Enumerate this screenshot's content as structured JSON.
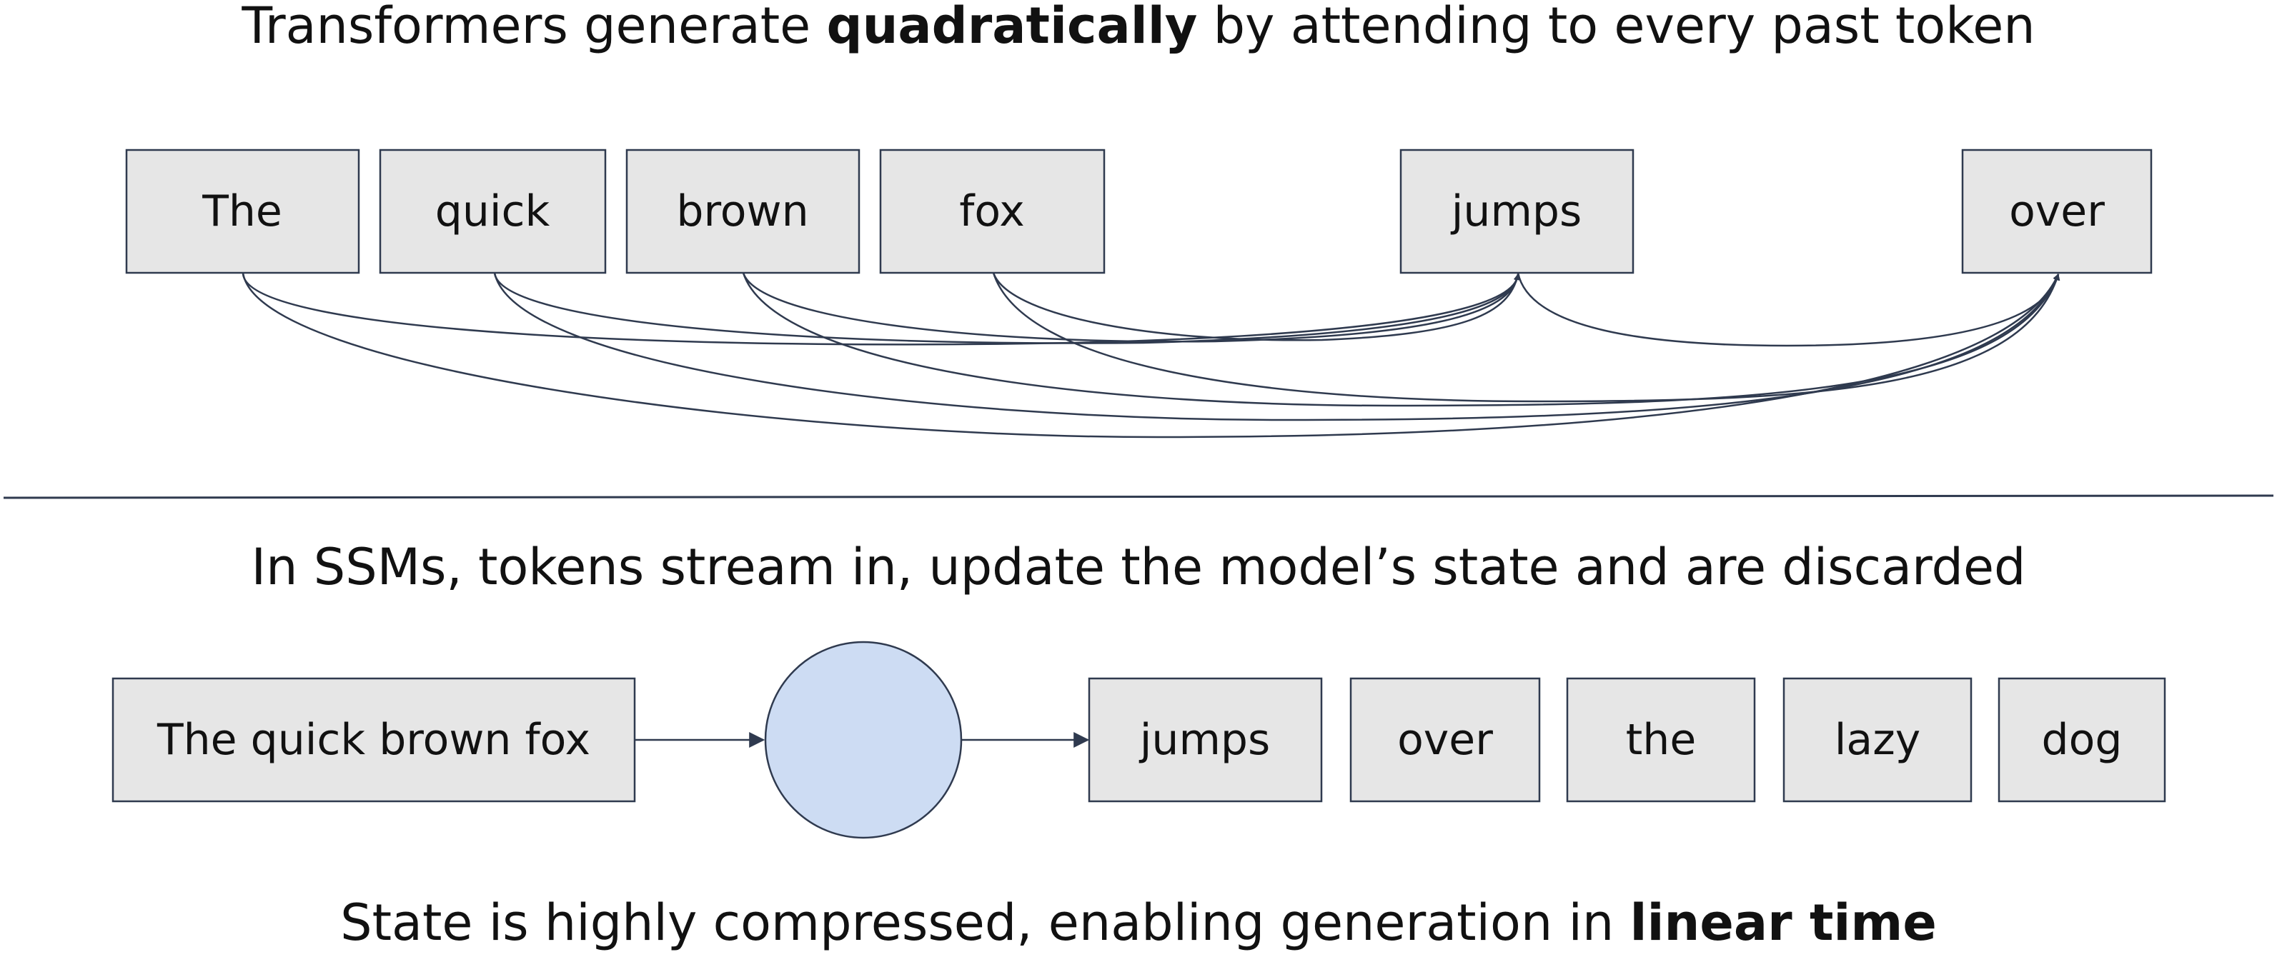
{
  "transformer": {
    "heading_pre": "Transformers generate ",
    "heading_bold": "quadratically",
    "heading_post": " by attending to every past token",
    "tokens": [
      "The",
      "quick",
      "brown",
      "fox",
      "jumps",
      "over"
    ]
  },
  "ssm": {
    "heading": "In SSMs, tokens stream in, update the model’s state and are discarded",
    "input_label": "The quick brown fox",
    "output_tokens": [
      "jumps",
      "over",
      "the",
      "lazy",
      "dog"
    ]
  },
  "footer": {
    "heading_pre": "State is highly compressed, enabling generation in ",
    "heading_bold": "linear time"
  },
  "colors": {
    "token_fill": "#e6e6e6",
    "stroke": "#2f3a4f",
    "state_fill": "#cddcf3"
  }
}
